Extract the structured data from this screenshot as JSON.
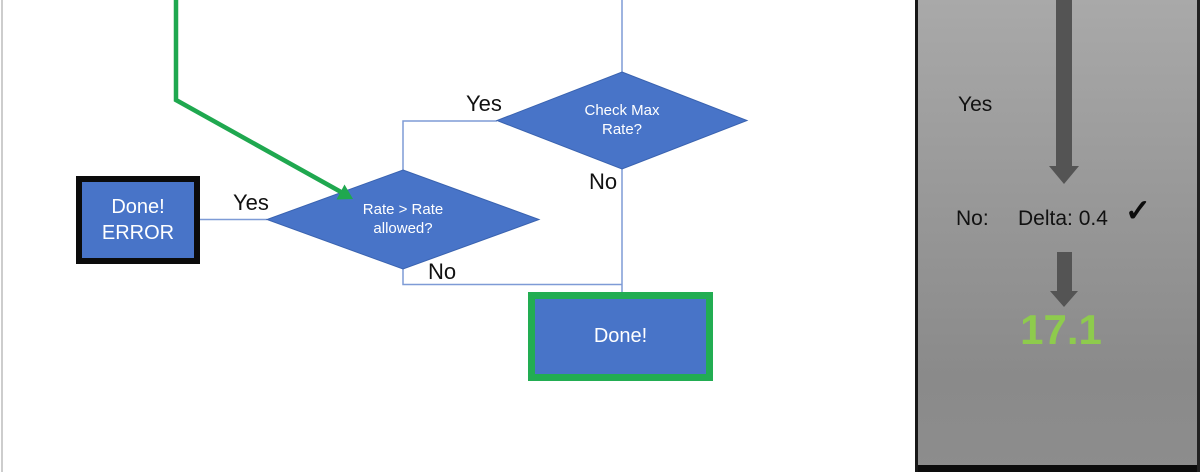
{
  "flowchart": {
    "diamond_check_max": {
      "line1": "Check Max",
      "line2": "Rate?"
    },
    "diamond_rate_allowed": {
      "line1": "Rate > Rate",
      "line2": "allowed?"
    },
    "box_done_error": {
      "line1": "Done!",
      "line2": "ERROR"
    },
    "box_done": {
      "label": "Done!"
    },
    "label_yes_top": "Yes",
    "label_no_top": "No",
    "label_yes_left": "Yes",
    "label_no_bottom": "No",
    "colors": {
      "node_fill": "#4874c8",
      "connector_blue": "#7e9bd6",
      "green_arrow": "#1fa84f",
      "done_border_green": "#22ad52",
      "error_border_black": "#0b0b0b"
    }
  },
  "side_panel": {
    "label_yes": "Yes",
    "label_no": "No:",
    "label_delta": "Delta: 0.4",
    "checkmark": "✓",
    "result_value": "17.1",
    "colors": {
      "result_green": "#8ecb4d",
      "arrow_gray": "#545454",
      "panel_gray": "#979797"
    }
  }
}
